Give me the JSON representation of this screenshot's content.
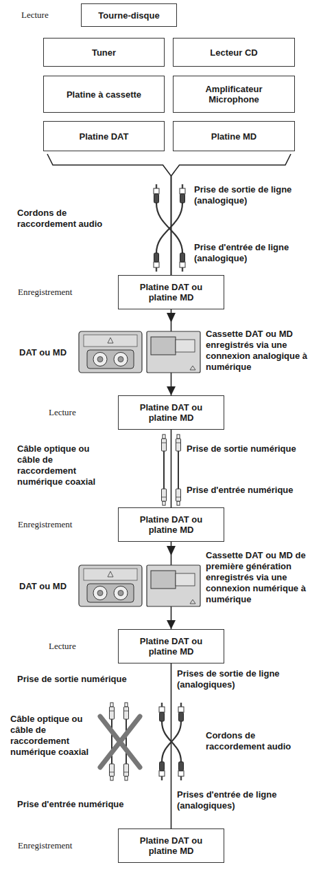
{
  "diagram": {
    "nodes": [
      {
        "text": [
          "Lecture",
          "Tourne-disque"
        ]
      },
      {
        "text": [
          "Tuner"
        ]
      },
      {
        "text": [
          "Lecteur CD"
        ]
      },
      {
        "text": [
          "Platine à cassette"
        ]
      },
      {
        "text": [
          "Amplificateur Microphone"
        ]
      },
      {
        "text": [
          "Platine DAT"
        ]
      },
      {
        "text": [
          "Platine MD"
        ]
      },
      {
        "text": [
          "Enregistrement",
          "Platine DAT ou platine MD"
        ]
      },
      {
        "text": [
          "Lecture",
          "Platine DAT ou platine MD"
        ]
      },
      {
        "text": [
          "Enregistrement",
          "Platine DAT ou platine MD"
        ]
      },
      {
        "text": [
          "Lecture",
          "Platine DAT ou platine MD"
        ]
      },
      {
        "text": [
          "Enregistrement",
          "Platine DAT ou platine MD"
        ]
      }
    ],
    "edges": [
      {
        "from": 5,
        "to": 7,
        "arrow": "none"
      },
      {
        "from": 6,
        "to": 7,
        "arrow": "none"
      },
      {
        "from": 7,
        "to": 8,
        "arrow": "to"
      },
      {
        "from": 8,
        "to": 9,
        "arrow": "none"
      },
      {
        "from": 9,
        "to": 10,
        "arrow": "to"
      },
      {
        "from": 10,
        "to": 11,
        "arrow": "none"
      }
    ],
    "labels": [
      "Cordons de raccordement audio",
      "Prise de sortie de ligne (analogique)",
      "Prise d'entrée de ligne (analogique)",
      "DAT ou MD",
      "Cassette DAT ou MD enregistrés via une connexion analogique à numérique",
      "Câble optique ou câble de raccordement numérique coaxial",
      "Prise de sortie numérique",
      "Prise d'entrée numérique",
      "DAT ou MD",
      "Cassette DAT ou MD de première génération enregistrés via une connexion numérique à numérique",
      "Prise de sortie numérique",
      "Prises de sortie de ligne (analogiques)",
      "Câble optique ou câble de raccordement numérique coaxial",
      "Cordons de raccordement audio",
      "Prise d'entrée numérique",
      "Prises d'entrée de ligne (analogiques)"
    ]
  }
}
